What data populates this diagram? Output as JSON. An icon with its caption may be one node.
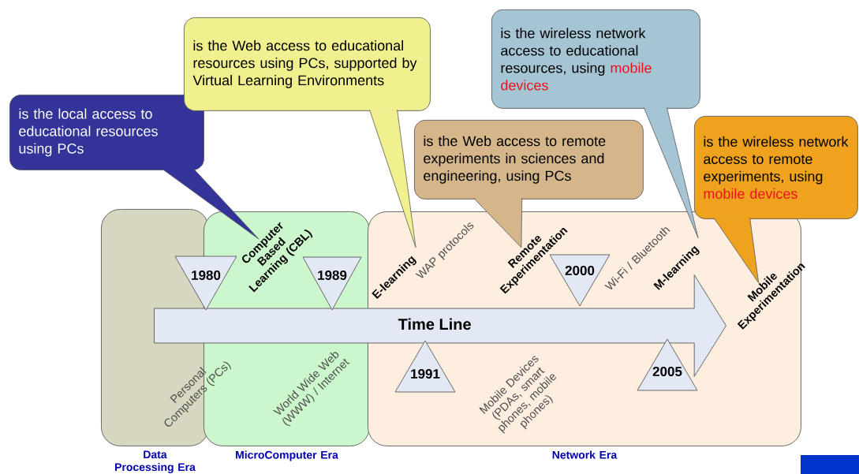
{
  "diagram": {
    "nodes": [
      {
        "text": [
          "is the wireless network access to educational resources, using",
          "mobile devices"
        ]
      },
      {
        "text": [
          "is the Web access to educational resources using PCs, supported by Virtual Learning Environments"
        ]
      },
      {
        "text": [
          "is the local access to educational resources using PCs"
        ]
      },
      {
        "text": [
          "is the Web access to remote experiments in sciences and engineering, using PCs"
        ]
      },
      {
        "text": [
          "is the wireless network access to remote experiments, using",
          "mobile devices"
        ]
      },
      {
        "text": [
          "Data Processing Era"
        ]
      },
      {
        "text": [
          "MicroComputer Era"
        ]
      },
      {
        "text": [
          "Network Era"
        ]
      },
      {
        "text": [
          "1980"
        ]
      },
      {
        "text": [
          "1989"
        ],
        "in": 6
      },
      {
        "text": [
          "2000"
        ],
        "in": 7
      },
      {
        "text": [
          "Time Line"
        ]
      },
      {
        "text": [
          "1991"
        ],
        "in": 7
      },
      {
        "text": [
          "2005"
        ],
        "in": 7
      }
    ],
    "labels": [
      "Computer Based Learning (CBL)",
      "E-learning",
      "WAP protocols",
      "Remote Experimentation",
      "Wi-Fi / Bluetooth",
      "M-learning",
      "Mobile Experimentation",
      "Personal Computers (PCs)",
      "World Wide Web (WWW) / Internet",
      "Mobile Devices (PDAs, smart phones, mobile phones)"
    ]
  }
}
